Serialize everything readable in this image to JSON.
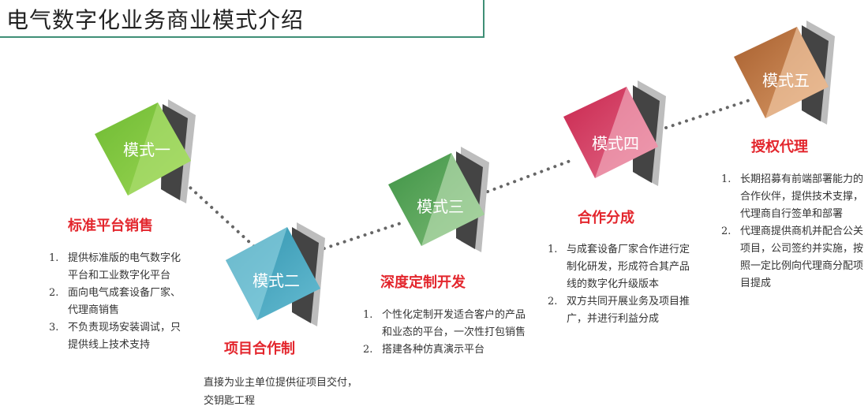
{
  "page": {
    "title": "电气数字化业务商业模式介绍"
  },
  "modes": [
    {
      "tile_label": "模式一",
      "name": "标准平台销售",
      "items": [
        "提供标准版的电气数字化平台和工业数字化平台",
        "面向电气成套设备厂家、代理商销售",
        "不负责现场安装调试，只提供线上技术支持"
      ]
    },
    {
      "tile_label": "模式二",
      "name": "项目合作制",
      "text": "直接为业主单位提供征项目交付，交钥匙工程"
    },
    {
      "tile_label": "模式三",
      "name": "深度定制开发",
      "items": [
        "个性化定制开发适合客户的产品和业态的平台，一次性打包销售",
        "搭建各种仿真演示平台"
      ]
    },
    {
      "tile_label": "模式四",
      "name": "合作分成",
      "items": [
        "与成套设备厂家合作进行定制化研发，形成符合其产品线的数字化升级版本",
        "双方共同开展业务及项目推广，并进行利益分成"
      ]
    },
    {
      "tile_label": "模式五",
      "name": "授权代理",
      "items": [
        "长期招募有前端部署能力的合作伙伴，提供技术支撑，代理商自行签单和部署",
        "代理商提供商机并配合公关项目，公司签约并实施，按照一定比例向代理商分配项目提成"
      ]
    }
  ],
  "colors": {
    "title_border": "#3f8f76",
    "mode_title": "#e3262d",
    "connector": "#666666",
    "tile1": [
      "#7cc43a",
      "#a8e05c"
    ],
    "tile2": [
      "#3aa0b8",
      "#8fd1e0"
    ],
    "tile3": [
      "#4e9e50",
      "#a8d4a0"
    ],
    "tile4": [
      "#d5345e",
      "#f0a6b8"
    ],
    "tile5": [
      "#b86e3a",
      "#f0c49c"
    ]
  }
}
